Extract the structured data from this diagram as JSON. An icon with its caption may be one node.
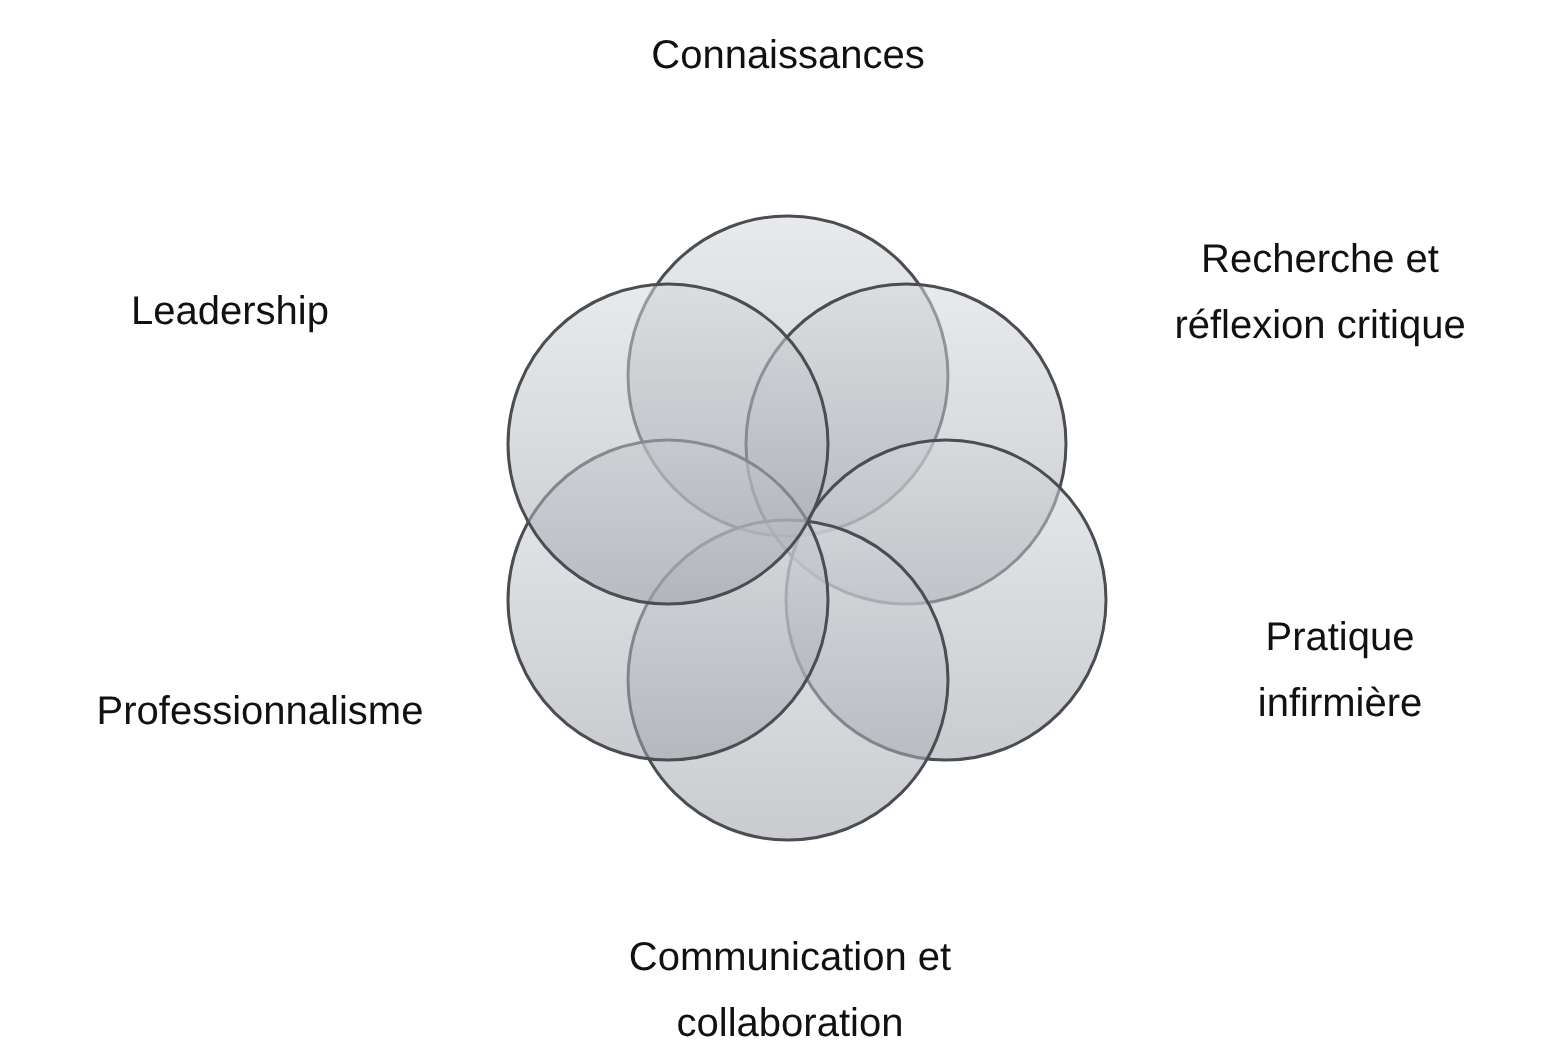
{
  "diagram": {
    "nodes": [
      {
        "text": [],
        "shape": "circle"
      },
      {
        "text": [],
        "shape": "circle"
      },
      {
        "text": [],
        "shape": "circle"
      },
      {
        "text": [],
        "shape": "circle"
      },
      {
        "text": [],
        "shape": "circle"
      },
      {
        "text": [],
        "shape": "circle"
      }
    ],
    "labels": [
      "Connaissances",
      "Leadership",
      "Recherche et réflexion critique",
      "Pratique infirmière",
      "Professionnalisme",
      "Communication et collaboration"
    ]
  }
}
